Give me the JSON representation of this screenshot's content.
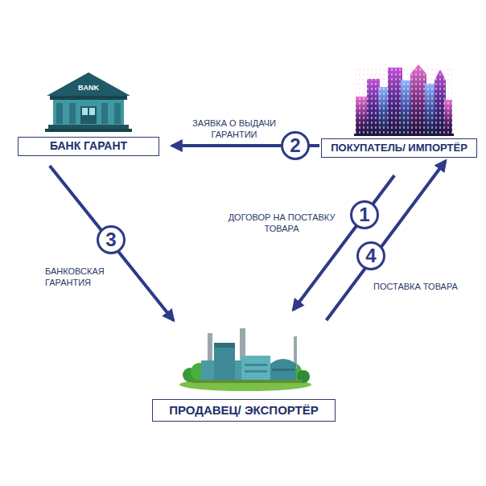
{
  "diagram": {
    "nodes": [
      {
        "text": [
          "БАНК ГАРАНТ"
        ]
      },
      {
        "text": [
          "ПОКУПАТЕЛЬ/ ИМПОРТЁР"
        ]
      },
      {
        "text": [
          "ПРОДАВЕЦ/ ЭКСПОРТЁР"
        ]
      }
    ],
    "edges": [
      {
        "from": 1,
        "to": 2,
        "arrow": "to",
        "label": "ДОГОВОР НА ПОСТАВКУ ТОВАРА"
      },
      {
        "from": 1,
        "to": 0,
        "arrow": "to",
        "label": "ЗАЯВКА О ВЫДАЧИ ГАРАНТИИ"
      },
      {
        "from": 0,
        "to": 2,
        "arrow": "to",
        "label": "БАНКОВСКАЯ ГАРАНТИЯ"
      },
      {
        "from": 2,
        "to": 1,
        "arrow": "to",
        "label": "ПОСТАВКА ТОВАРА"
      }
    ],
    "labels": [
      "BANK",
      "2",
      "1",
      "4",
      "3"
    ]
  }
}
